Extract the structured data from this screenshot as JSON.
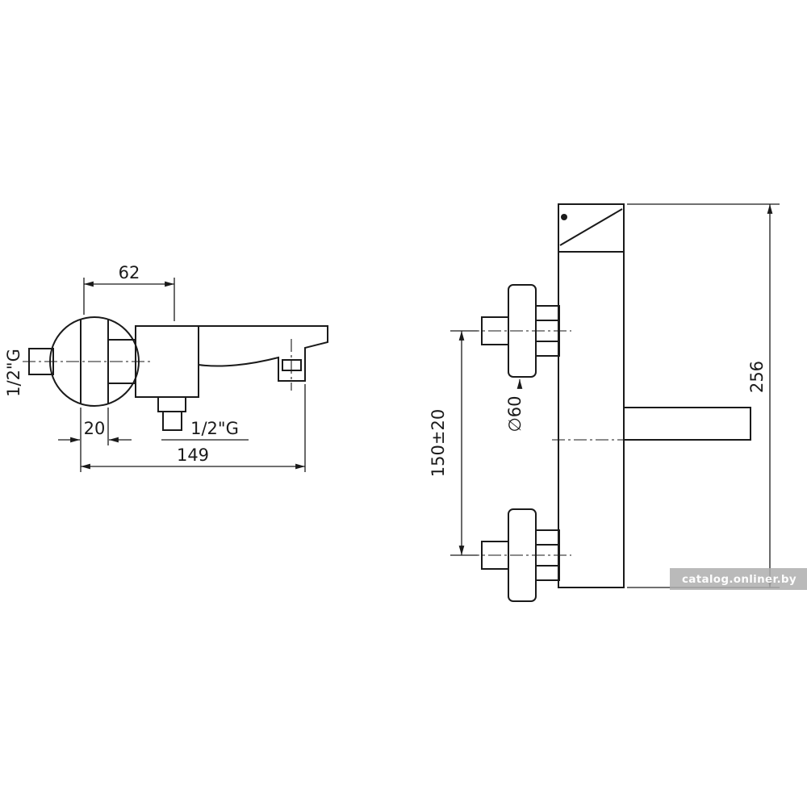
{
  "drawing": {
    "side_view": {
      "dim_top_width": "62",
      "inlet_thread": "1/2\"G",
      "dim_flange_thickness": "20",
      "dim_overall_length": "149",
      "outlet_thread": "1/2\"G"
    },
    "front_view": {
      "dim_flange_diameter": "∅60",
      "dim_mount_spacing": "150±20",
      "dim_overall_height": "256"
    }
  },
  "watermark": {
    "text": "catalog.onliner.by"
  },
  "colors": {
    "line": "#1a1a1a",
    "background": "#ffffff",
    "watermark_bg": "#aeaeae",
    "watermark_text": "#fdfdfd"
  }
}
